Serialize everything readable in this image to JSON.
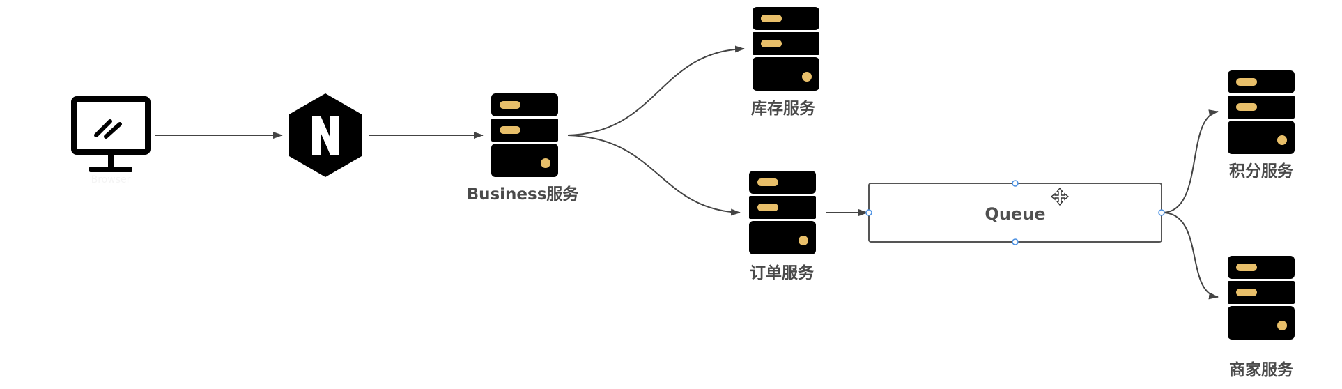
{
  "diagram": {
    "client": {
      "label": "Browser",
      "icon": "monitor-icon"
    },
    "gateway": {
      "icon": "nginx-icon",
      "letter": "N"
    },
    "business": {
      "label": "Business服务",
      "icon": "server-icon"
    },
    "inventory": {
      "label": "库存服务",
      "icon": "server-icon"
    },
    "order": {
      "label": "订单服务",
      "icon": "server-icon"
    },
    "queue": {
      "label": "Queue"
    },
    "points": {
      "label": "积分服务",
      "icon": "server-icon"
    },
    "merchant": {
      "label": "商家服务",
      "icon": "server-icon"
    },
    "cursor": {
      "icon": "move-cursor-icon"
    }
  },
  "colors": {
    "server_body": "#000000",
    "server_light": "#e8bf6a",
    "edge": "#444444",
    "queue_border": "#555555",
    "handle": "#4a90e2"
  }
}
